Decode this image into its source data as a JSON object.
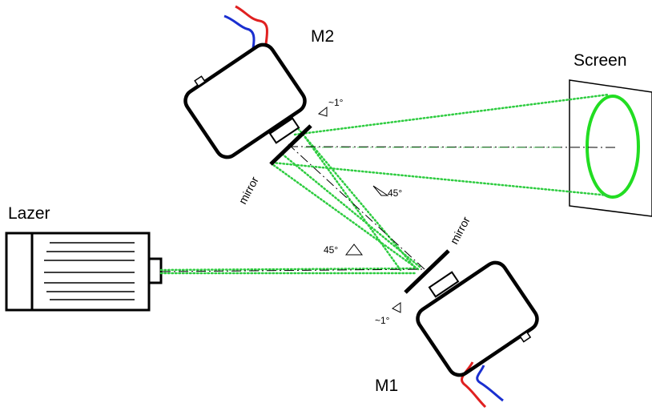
{
  "labels": {
    "laser": "Lazer",
    "screen": "Screen",
    "motor1": "M1",
    "motor2": "M2",
    "mirror1": "mirror",
    "mirror2": "mirror",
    "angle_upper": "45°",
    "angle_lower": "45°",
    "tilt_upper": "~1°",
    "tilt_lower": "~1°"
  },
  "colors": {
    "beam": "#2ecc40",
    "ellipse": "#22dd22",
    "axis": "#000000",
    "wire_red": "#e02020",
    "wire_blue": "#1a2fd0"
  }
}
